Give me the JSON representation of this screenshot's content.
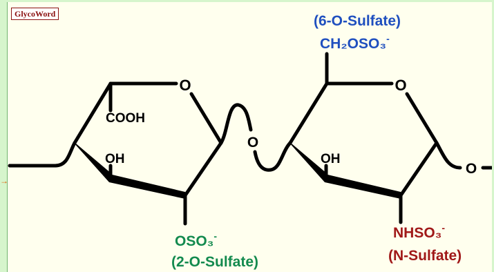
{
  "logo": {
    "text": "GlycoWord"
  },
  "ring1": {
    "ring_oxygen": "O",
    "carboxyl": "COOH",
    "hydroxyl": "OH"
  },
  "linkage": {
    "oxygen": "O"
  },
  "ring2": {
    "ring_oxygen": "O",
    "hydroxyl": "OH"
  },
  "sulfate_6o": {
    "title": "(6-O-Sulfate)",
    "group_main": "CH₂OSO₃",
    "charge": "-"
  },
  "sulfate_2o": {
    "group_main": "OSO₃",
    "charge": "-",
    "title": "(2-O-Sulfate)"
  },
  "sulfate_n": {
    "group_main": "NHSO₃",
    "charge": "-",
    "title": "(N-Sulfate)"
  },
  "terminal": {
    "oxygen": "O"
  },
  "colors": {
    "six_o": "#1f4fbf",
    "two_o": "#138a4e",
    "n_sulfate": "#a01818",
    "bond": "#000000"
  }
}
